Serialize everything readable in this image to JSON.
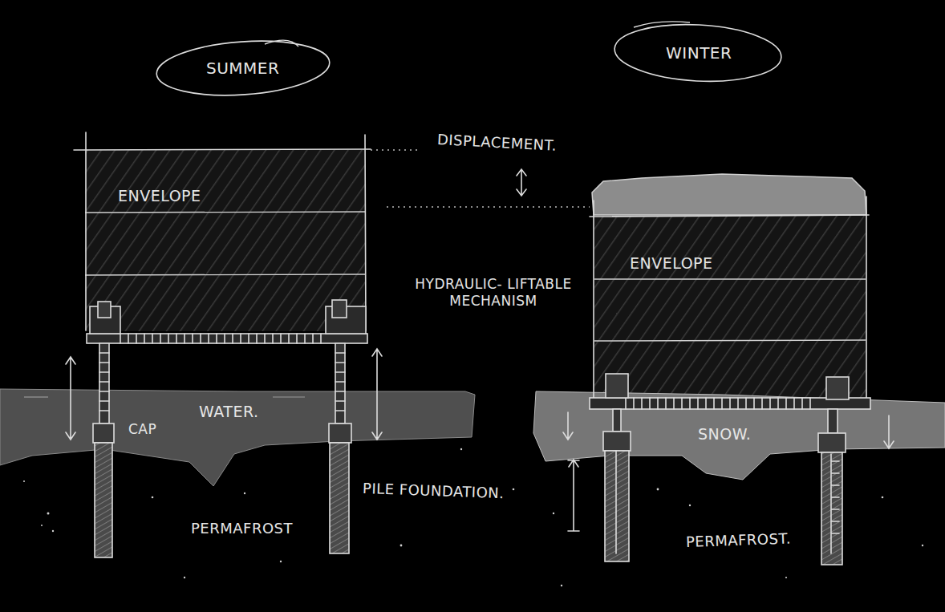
{
  "diagram": {
    "nodes": [
      {
        "text": [
          "SUMMER"
        ]
      },
      {
        "text": [
          "WINTER"
        ]
      },
      {
        "text": [
          "ENVELOPE"
        ]
      },
      {
        "text": [
          "ENVELOPE"
        ]
      },
      {
        "text": [
          "WATER."
        ]
      },
      {
        "text": [
          "SNOW."
        ]
      }
    ],
    "labels": [
      "DISPLACEMENT.",
      "HYDRAULIC- LIFTABLE MECHANISM",
      "CAP",
      "PILE FOUNDATION.",
      "PERMAFROST",
      "PERMAFROST."
    ]
  }
}
